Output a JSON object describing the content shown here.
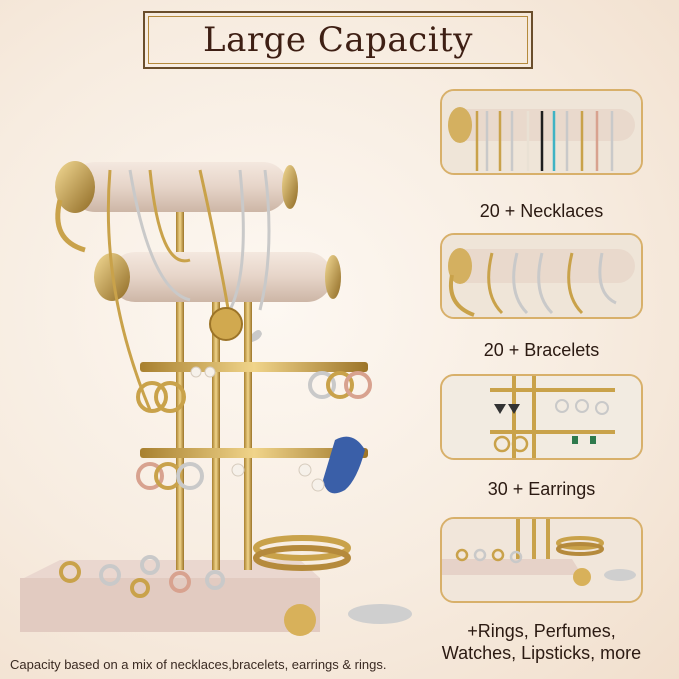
{
  "header": {
    "title": "Large Capacity"
  },
  "features": [
    {
      "label": "20 + Necklaces",
      "icon": "necklace-bar-photo"
    },
    {
      "label": "20 + Bracelets",
      "icon": "bracelet-bar-photo"
    },
    {
      "label": "30 + Earrings",
      "icon": "earring-rack-photo"
    },
    {
      "label_line1": "+Rings, Perfumes,",
      "label_line2": "Watches,  Lipsticks, more",
      "icon": "ring-tray-photo"
    }
  ],
  "footnote": "Capacity based on a mix of necklaces,bracelets, earrings & rings.",
  "colors": {
    "gold": "#c9a24a",
    "velvet": "#eadbd0",
    "title": "#3e1f14",
    "border": "#d8b06a"
  }
}
